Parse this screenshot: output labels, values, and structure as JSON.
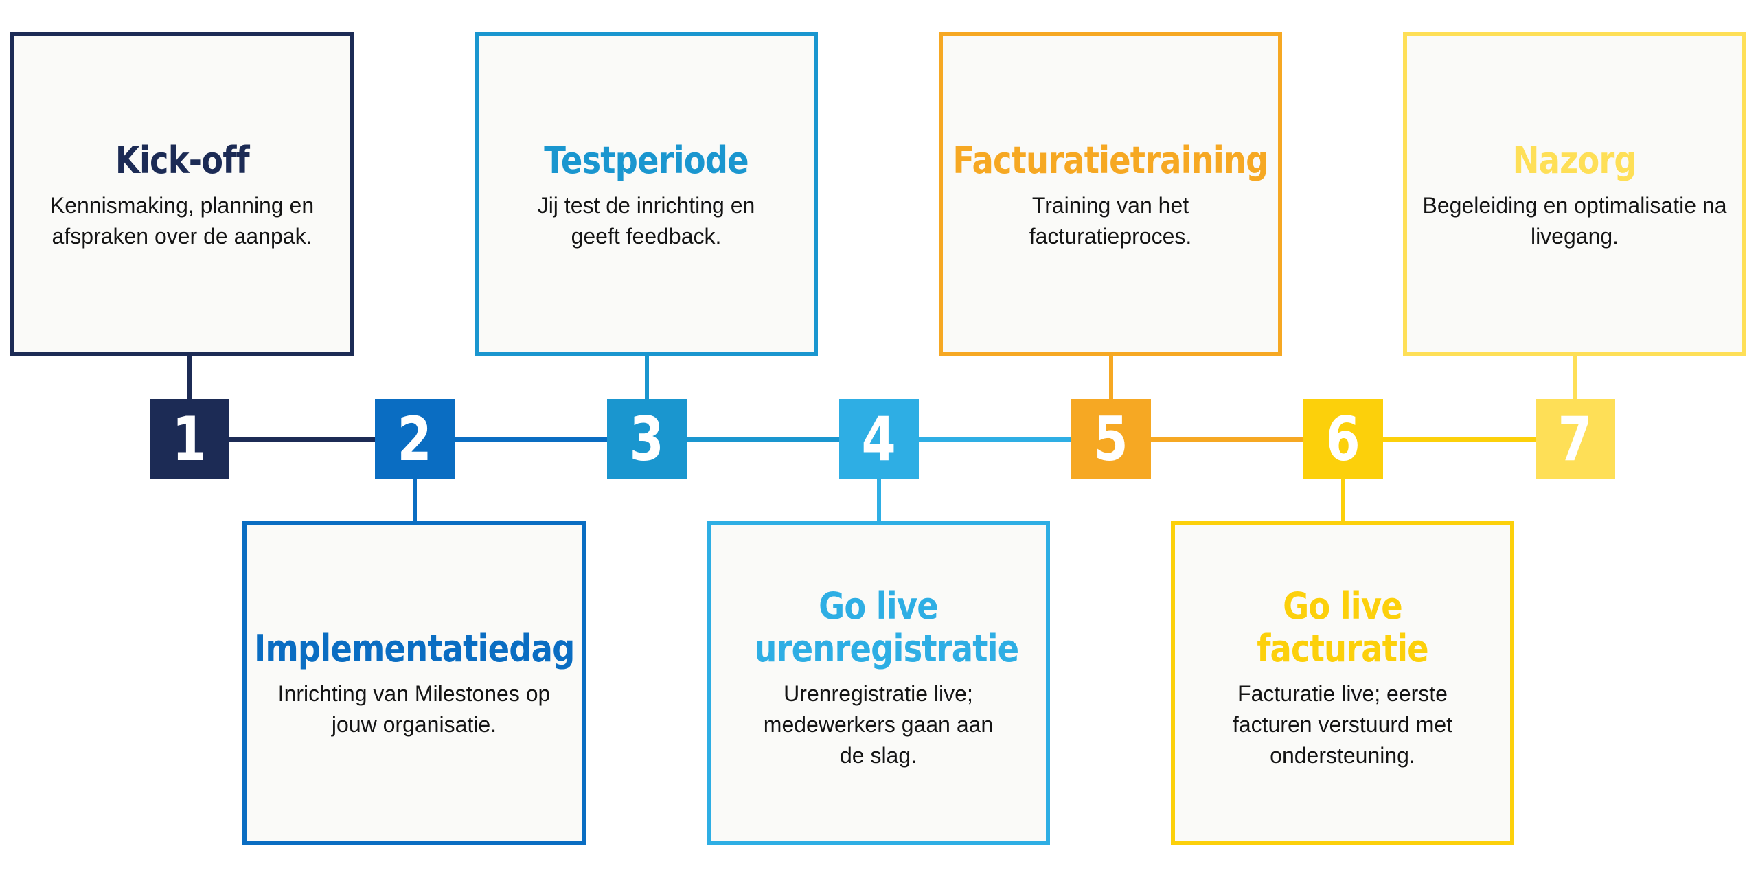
{
  "steps": [
    {
      "number": "1",
      "title": "Kick-off",
      "description": "Kennismaking, planning en afspraken over de aanpak.",
      "color": "#1c2b55",
      "position": "top"
    },
    {
      "number": "2",
      "title": "Implementatiedag",
      "description": "Inrichting van Milestones op jouw organisatie.",
      "color": "#0a6dc2",
      "position": "bottom"
    },
    {
      "number": "3",
      "title": "Testperiode",
      "description": "Jij test de inrichting en geeft feedback.",
      "color": "#1a96cf",
      "position": "top"
    },
    {
      "number": "4",
      "title": "Go live urenregistratie",
      "description": "Urenregistratie live; medewerkers gaan aan de slag.",
      "color": "#2eaee4",
      "position": "bottom"
    },
    {
      "number": "5",
      "title": "Facturatietraining",
      "description": "Training van het facturatieproces.",
      "color": "#f6a823",
      "position": "top"
    },
    {
      "number": "6",
      "title": "Go live facturatie",
      "description": "Facturatie live; eerste facturen verstuurd met ondersteuning.",
      "color": "#fcd00b",
      "position": "bottom"
    },
    {
      "number": "7",
      "title": "Nazorg",
      "description": "Begeleiding en optimalisatie na livegang.",
      "color": "#fedf57",
      "position": "top"
    }
  ]
}
